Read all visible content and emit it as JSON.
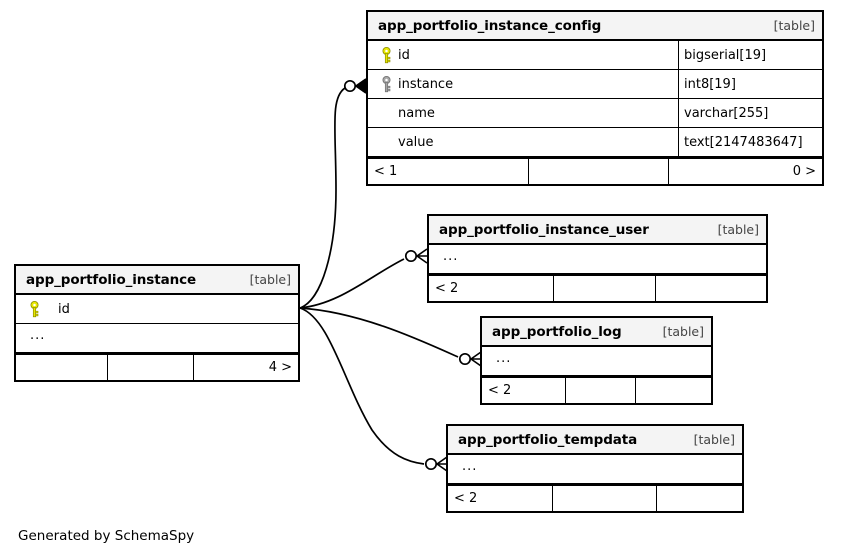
{
  "diagram": {
    "caption": "Generated by SchemaSpy",
    "table_tag": "[table]",
    "ellipsis": "...",
    "colors": {
      "primary_key": "#e8e800",
      "foreign_key": "#a6a6a6",
      "border": "#000000",
      "header_fill": "#f4f4f4",
      "body_fill": "#ffffff",
      "tag_text": "#444444"
    }
  },
  "tables": {
    "instance_config": {
      "name": "app_portfolio_instance_config",
      "tag": "[table]",
      "columns": [
        {
          "name": "id",
          "type": "bigserial[19]",
          "key": "primary"
        },
        {
          "name": "instance",
          "type": "int8[19]",
          "key": "foreign"
        },
        {
          "name": "name",
          "type": "varchar[255]",
          "key": "none"
        },
        {
          "name": "value",
          "type": "text[2147483647]",
          "key": "none"
        }
      ],
      "footer": {
        "left": "< 1",
        "mid": "",
        "right": "0 >"
      }
    },
    "instance": {
      "name": "app_portfolio_instance",
      "tag": "[table]",
      "columns": [
        {
          "name": "id",
          "type": "",
          "key": "primary"
        }
      ],
      "ellipsis_row": "...",
      "footer": {
        "left": "",
        "mid": "",
        "right": "4 >"
      }
    },
    "instance_user": {
      "name": "app_portfolio_instance_user",
      "tag": "[table]",
      "ellipsis_row": "...",
      "footer": {
        "left": "< 2",
        "mid": "",
        "right": ""
      }
    },
    "log": {
      "name": "app_portfolio_log",
      "tag": "[table]",
      "ellipsis_row": "...",
      "footer": {
        "left": "< 2",
        "mid": "",
        "right": ""
      }
    },
    "tempdata": {
      "name": "app_portfolio_tempdata",
      "tag": "[table]",
      "ellipsis_row": "...",
      "footer": {
        "left": "< 2",
        "mid": "",
        "right": ""
      }
    }
  },
  "relationships": [
    {
      "from": "app_portfolio_instance",
      "to": "app_portfolio_instance_config",
      "end_marker": "zero-one-to-many"
    },
    {
      "from": "app_portfolio_instance",
      "to": "app_portfolio_instance_user",
      "end_marker": "zero-one-to-many"
    },
    {
      "from": "app_portfolio_instance",
      "to": "app_portfolio_log",
      "end_marker": "zero-one-to-many"
    },
    {
      "from": "app_portfolio_instance",
      "to": "app_portfolio_tempdata",
      "end_marker": "zero-one-to-many"
    }
  ]
}
